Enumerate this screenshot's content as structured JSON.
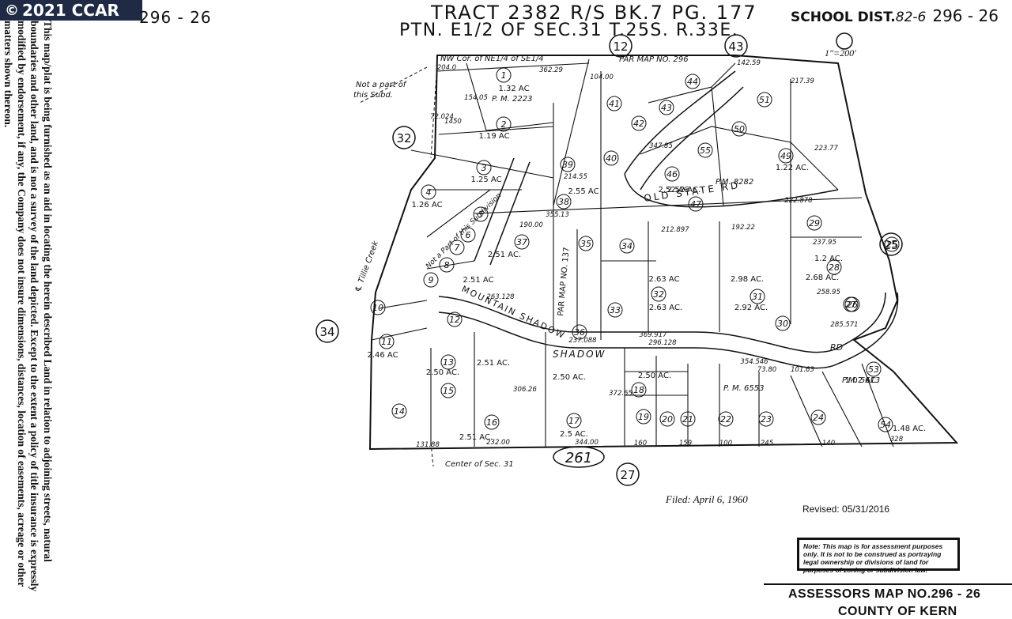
{
  "badge": {
    "copyright_symbol": "©",
    "text": "2021 CCAR"
  },
  "side_note": "This map/plat is being furnished as an aid in locating the herein described Land in relation to adjoining streets, natural boundaries and other land, and is not a survey of the land depicted. Except to the extent a policy of title insurance is expressly modified by endorsement, if any, the Company does not insure dimensions, distances, location of easements, acreage or other matters shown thereon.",
  "header": {
    "top_left_map_no": "296 - 26",
    "title_line1": "TRACT 2382  R/S BK.7 PG. 177",
    "title_line2": "PTN. E1/2 OF SEC.31  T.25S. R.33E.",
    "school_label": "SCHOOL DIST.",
    "school_num": "82-6",
    "school_map_no": "296 - 26",
    "scale": "1\"=200'"
  },
  "map_labels": {
    "nw_corner": "NW Cor. of NE1/4 of SE1/4",
    "par_map_296": "PAR MAP NO. 296",
    "not_part": "Not a part of",
    "not_part2": "this Subd.",
    "tillie": "℄ Tillie  Creek",
    "old_state_rd": "OLD  STATE  RD",
    "mountain_shadow": "MOUNTAIN  SHADOW",
    "shadow": "SHADOW",
    "par_map_137": "PAR MAP NO. 137",
    "pm_8282": "P.M. 8282",
    "pm_6553": "P. M.  6553",
    "pm_5613": "P.M.  5613",
    "pm_2223": "P. M.  2223",
    "center_sec": "Center of Sec. 31",
    "rd": "RD",
    "not_part_subdiv": "Not a Part of this Subdivision"
  },
  "parcel_numbers": [
    "1",
    "2",
    "3",
    "4",
    "5",
    "6",
    "7",
    "8",
    "9",
    "10",
    "11",
    "12",
    "13",
    "14",
    "15",
    "16",
    "17",
    "18",
    "19",
    "20",
    "21",
    "22",
    "23",
    "24",
    "25",
    "26",
    "27",
    "28",
    "29",
    "30",
    "31",
    "32",
    "33",
    "34",
    "35",
    "36",
    "37",
    "38",
    "39",
    "40",
    "41",
    "42",
    "43",
    "44",
    "46",
    "47",
    "49",
    "50",
    "51",
    "53",
    "54",
    "55"
  ],
  "acreage": [
    "1.32 AC",
    "1.19 AC",
    "1.25 AC",
    "1.26 AC",
    "2.51 AC.",
    "2.51 AC",
    "2.55 AC",
    "2.52 AC",
    "1.22 AC.",
    "1.2 AC.",
    "2.68 AC.",
    "2.63 AC",
    "2.63 AC.",
    "2.98 AC.",
    "2.92 AC.",
    "2.52 AC.",
    "2.46 AC",
    "2.50 AC.",
    "2.51 AC.",
    "2.50 AC.",
    "2.5 AC.",
    "2.51 AC.",
    "2.50 AC.",
    "1.02 AC.",
    "1.48 AC."
  ],
  "book_circles": {
    "top": "12",
    "right_top": "43",
    "left": "32",
    "far_left": "34",
    "right": "25",
    "bottom": "27",
    "bottom_center": "261"
  },
  "filed": "Filed: April 6, 1960",
  "revised": "Revised:  05/31/2016",
  "note_box": "Note: This map is for assessment purposes only. It is not to be construed as portraying legal ownership or divisions of land for purposes of zoning or subdivision law.",
  "footer": {
    "assessor": "ASSESSORS MAP NO.",
    "assessor_no": "296 - 26",
    "county": "COUNTY OF KERN"
  },
  "dimensions": [
    "204.0",
    "362.29",
    "104.00",
    "154.05",
    "1450",
    "72.024",
    "347.85",
    "214.55",
    "190.00",
    "355.13",
    "212.897",
    "192.22",
    "222.878",
    "237.95",
    "258.95",
    "263.128",
    "237.088",
    "369.917",
    "296.128",
    "354.546",
    "285.571",
    "101.63",
    "73.80",
    "344.00",
    "232.00",
    "131.88",
    "160",
    "159",
    "100",
    "245",
    "140",
    "328",
    "372.65",
    "306.26",
    "217.39",
    "223.77",
    "142.59"
  ]
}
